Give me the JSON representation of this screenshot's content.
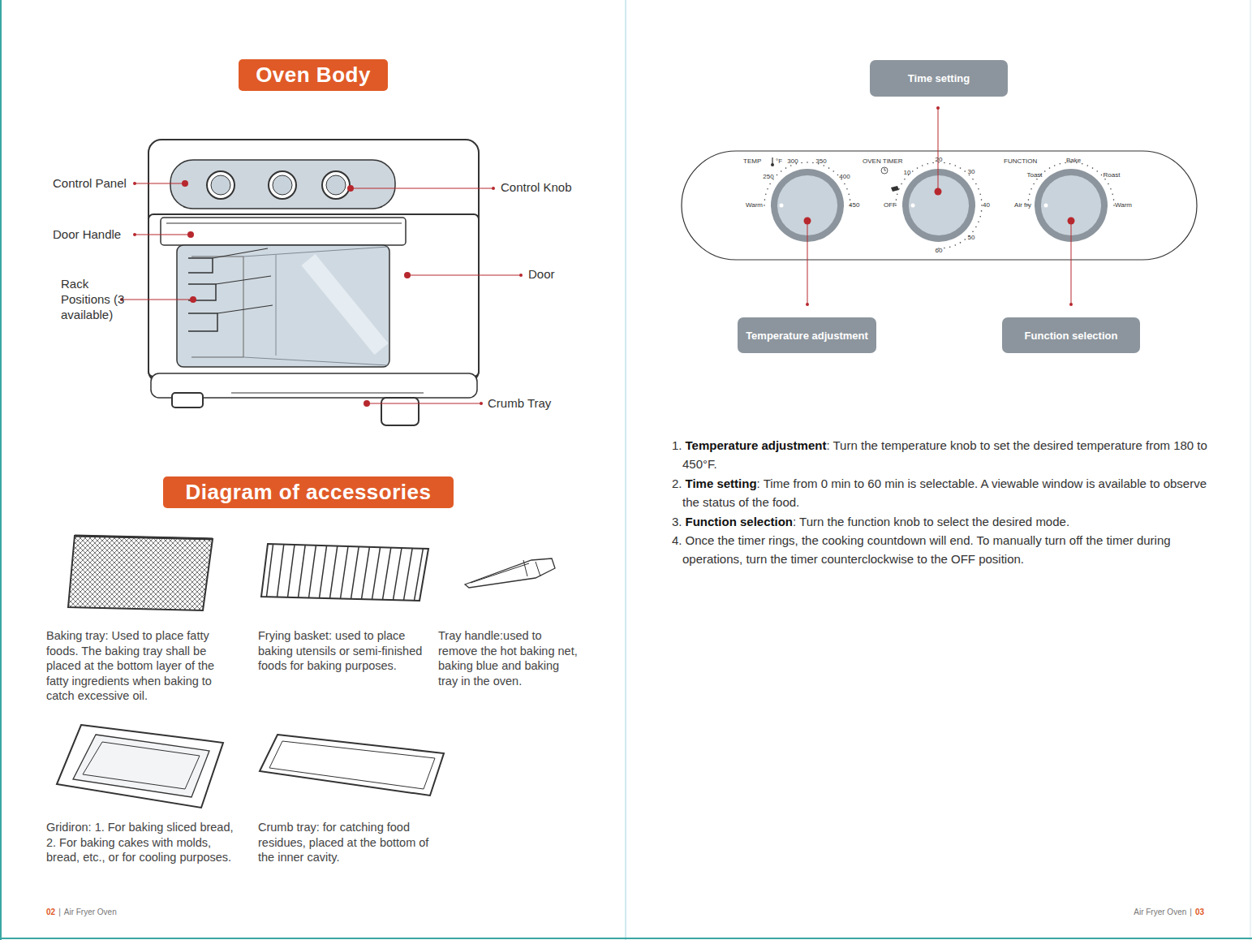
{
  "diagram": {
    "nodes": [
      {
        "text": [
          "Oven Body"
        ]
      },
      {
        "text": [
          "Diagram of accessories"
        ]
      },
      {
        "text": [
          "Time setting"
        ]
      },
      {
        "text": [
          "Temperature adjustment"
        ]
      },
      {
        "text": [
          "Function selection"
        ]
      }
    ],
    "labels": [
      "Control Panel",
      "Door Handle",
      "Rack Positions (3 available)",
      "Control Knob",
      "Door",
      "Crumb Tray",
      "Baking tray: Used to place fatty foods. The baking tray shall be placed at the bottom layer of the fatty ingredients when baking to catch excessive oil.",
      "Frying basket: used to place baking utensils or semi-finished foods for baking purposes.",
      "Tray handle:used to remove the hot baking net, baking blue and baking tray in the oven.",
      "Gridiron: 1. For baking sliced bread, 2. For baking cakes with molds, bread, etc., or for cooling purposes.",
      "Crumb tray: for catching food residues, placed at the bottom of the inner cavity.",
      "TEMP",
      "°F",
      "300",
      "350",
      "250",
      "400",
      "Warm",
      "450",
      "OVEN TIMER",
      "20",
      "10",
      "30",
      "OFF",
      "40",
      "50",
      "60",
      "FUNCTION",
      "Bake",
      "Toast",
      "Roast",
      "Air fry",
      "Warm",
      "1.",
      "Temperature adjustment",
      ": Turn the temperature knob to set the desired temperature from 180 to 450°F.",
      "2.",
      "Time setting",
      ": Time from 0 min to 60 min is selectable. A viewable window is available to observe the status of the food.",
      "3.",
      "Function selection",
      ": Turn the function knob to select the desired mode.",
      "4.",
      "Once the timer rings, the cooking countdown will end. To manually turn off the timer during operations, turn the timer counterclockwise to the OFF position.",
      "02",
      "|",
      "Air Fryer Oven",
      "Air Fryer Oven",
      "|",
      "03"
    ]
  }
}
